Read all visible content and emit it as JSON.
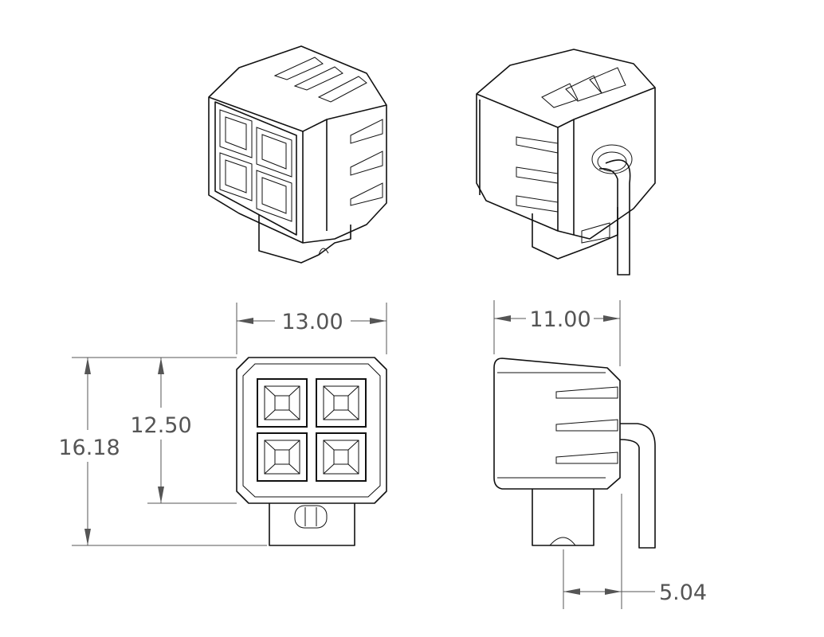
{
  "drawing": {
    "dimensions": {
      "width_front": "13.00",
      "height_housing": "12.50",
      "height_overall": "16.18",
      "depth_side": "11.00",
      "wire_offset": "5.04"
    }
  }
}
